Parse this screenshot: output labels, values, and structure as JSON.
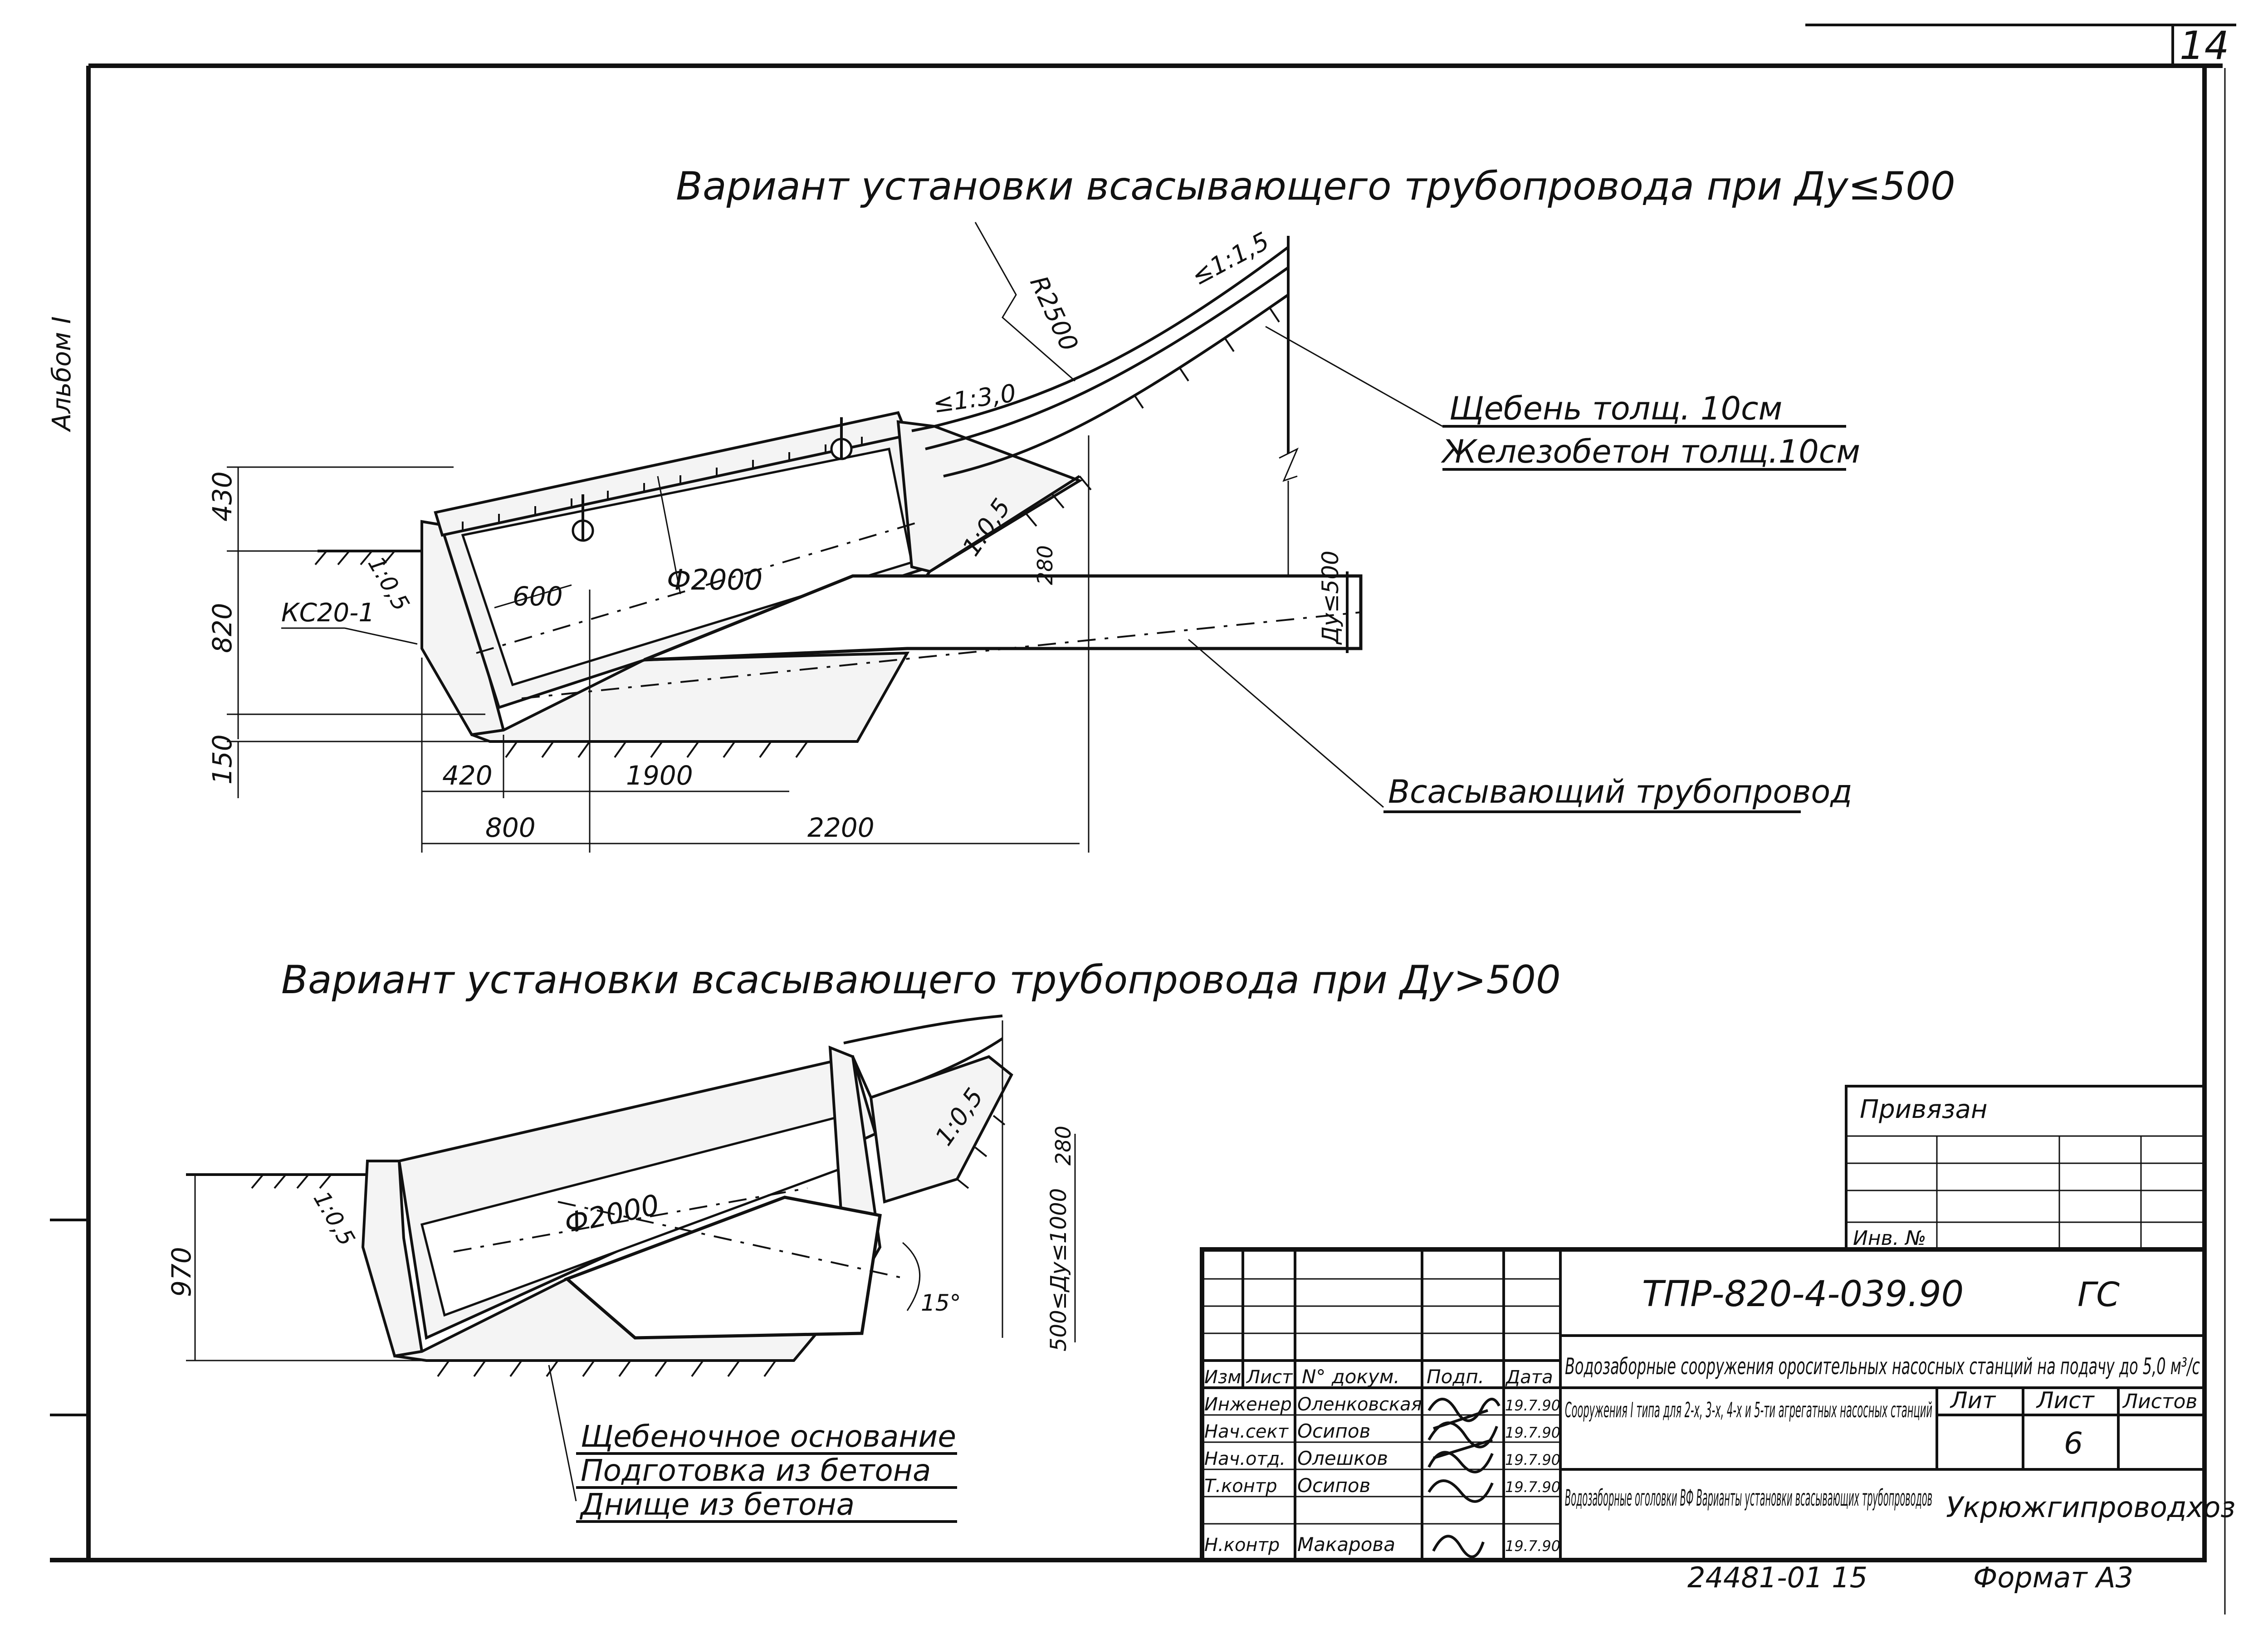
{
  "sheet_number": "14",
  "side_label": "Альбом I",
  "variant_small": {
    "title": "Вариант установки всасывающего трубопровода при Ду≤500",
    "slope_top": "≤1:1,5",
    "slope_mid": "≤1:3,0",
    "radius": "R2500",
    "slope_right": "1:0,5",
    "slope_left": "1:0,5",
    "dim_vert": [
      "430",
      "820",
      "150"
    ],
    "dim_horiz_top": [
      "420",
      "1900"
    ],
    "dim_horiz_bottom": [
      "800",
      "2200"
    ],
    "dim_600": "600",
    "diameter": "Ф2000",
    "dim_280": "280",
    "dy": "Ду≤500",
    "cap_label": "КС20-1",
    "legend": [
      "Щебень толщ. 10см",
      "Железобетон толщ.10см"
    ],
    "pipe_label": "Всасывающий трубопровод"
  },
  "variant_large": {
    "title": "Вариант установки всасывающего трубопровода при Ду>500",
    "slope_right": "1:0,5",
    "slope_left": "1:0,5",
    "diameter": "Ф2000",
    "dim_970": "970",
    "dim_280": "280",
    "dy": "500≤Ду≤1000",
    "angle": "15°",
    "legend": [
      "Щебеночное основание",
      "Подготовка из бетона",
      "Днище из бетона"
    ]
  },
  "privyazan": {
    "title": "Привязан",
    "inv": "Инв. №"
  },
  "title_block": {
    "doc_code": "ТПР-820-4-039.90",
    "stage_code": "ГС",
    "desc1": "Водозаборные сооружения оросительных насосных станций на подачу до 5,0 м³/с",
    "desc2": "Сооружения I типа для 2-х, 3-х, 4-х и 5-ти агрегатных насосных станций",
    "desc3": "Водозаборные оголовки ВФ Варианты установки всасывающих трубопроводов",
    "head": [
      "Изм",
      "Лист",
      "N° докум.",
      "Подп.",
      "Дата"
    ],
    "rows": [
      {
        "role": "Инженер",
        "name": "Оленковская",
        "date": "19.7.90"
      },
      {
        "role": "Нач.сект",
        "name": "Осипов",
        "date": "19.7.90"
      },
      {
        "role": "Нач.отд.",
        "name": "Олешков",
        "date": "19.7.90"
      },
      {
        "role": "Т.контр",
        "name": "Осипов",
        "date": "19.7.90"
      },
      {
        "role": "Н.контр",
        "name": "Макарова",
        "date": "19.7.90"
      }
    ],
    "lit_label": "Лит",
    "list_label": "Лист",
    "listov_label": "Листов",
    "list_value": "6",
    "org": "Укрюжгипроводхоз"
  },
  "footer": {
    "number": "24481-01 15",
    "format": "Формат А3"
  }
}
